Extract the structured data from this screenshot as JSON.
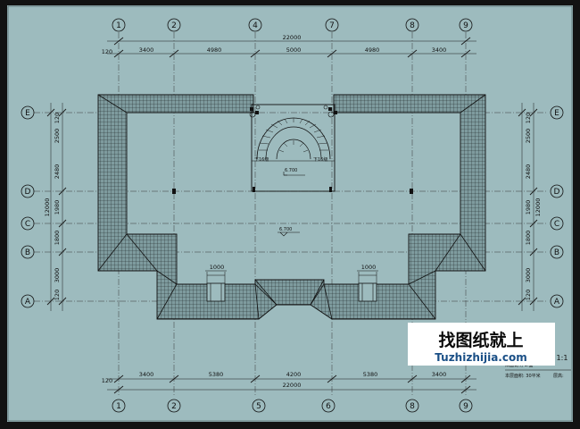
{
  "drawing": {
    "grid_columns": [
      "1",
      "2",
      "4",
      "7",
      "8",
      "9"
    ],
    "grid_columns_bottom": [
      "1",
      "2",
      "5",
      "6",
      "8",
      "9"
    ],
    "grid_rows": [
      "E",
      "D",
      "C",
      "B",
      "A"
    ],
    "top_dims": {
      "edge": "120",
      "total": "22000",
      "spans": [
        "3400",
        "4980",
        "5000",
        "4980",
        "3400"
      ]
    },
    "bottom_dims": {
      "edge": "120",
      "total": "22000",
      "spans": [
        "3400",
        "5380",
        "4200",
        "5380",
        "3400"
      ]
    },
    "side_dims": {
      "edge_top": "120",
      "edge_bottom": "120",
      "total": "12000",
      "spans": [
        "2500",
        "2480",
        "1980",
        "1800",
        "3000"
      ]
    },
    "levels": {
      "upper": "6.700",
      "lower": "6.700"
    },
    "stair_labels": {
      "left": "下16级",
      "right": "下16级"
    },
    "balcony_widths": {
      "left": "1000",
      "right": "1000"
    },
    "title_partial": "图 1:1",
    "note_line1": "阳面说明  1:面",
    "note_line2_left": "本层面积: 30平米",
    "note_line2_right": "层高:"
  },
  "watermark": {
    "title": "找图纸就上",
    "url": "Tuzhizhijia.com"
  },
  "colors": {
    "background": "#9dbbbe",
    "roof": "#7f9c9f",
    "line": "#151515",
    "watermark_text": "#0a0a0a",
    "watermark_url": "#1a4f86"
  }
}
